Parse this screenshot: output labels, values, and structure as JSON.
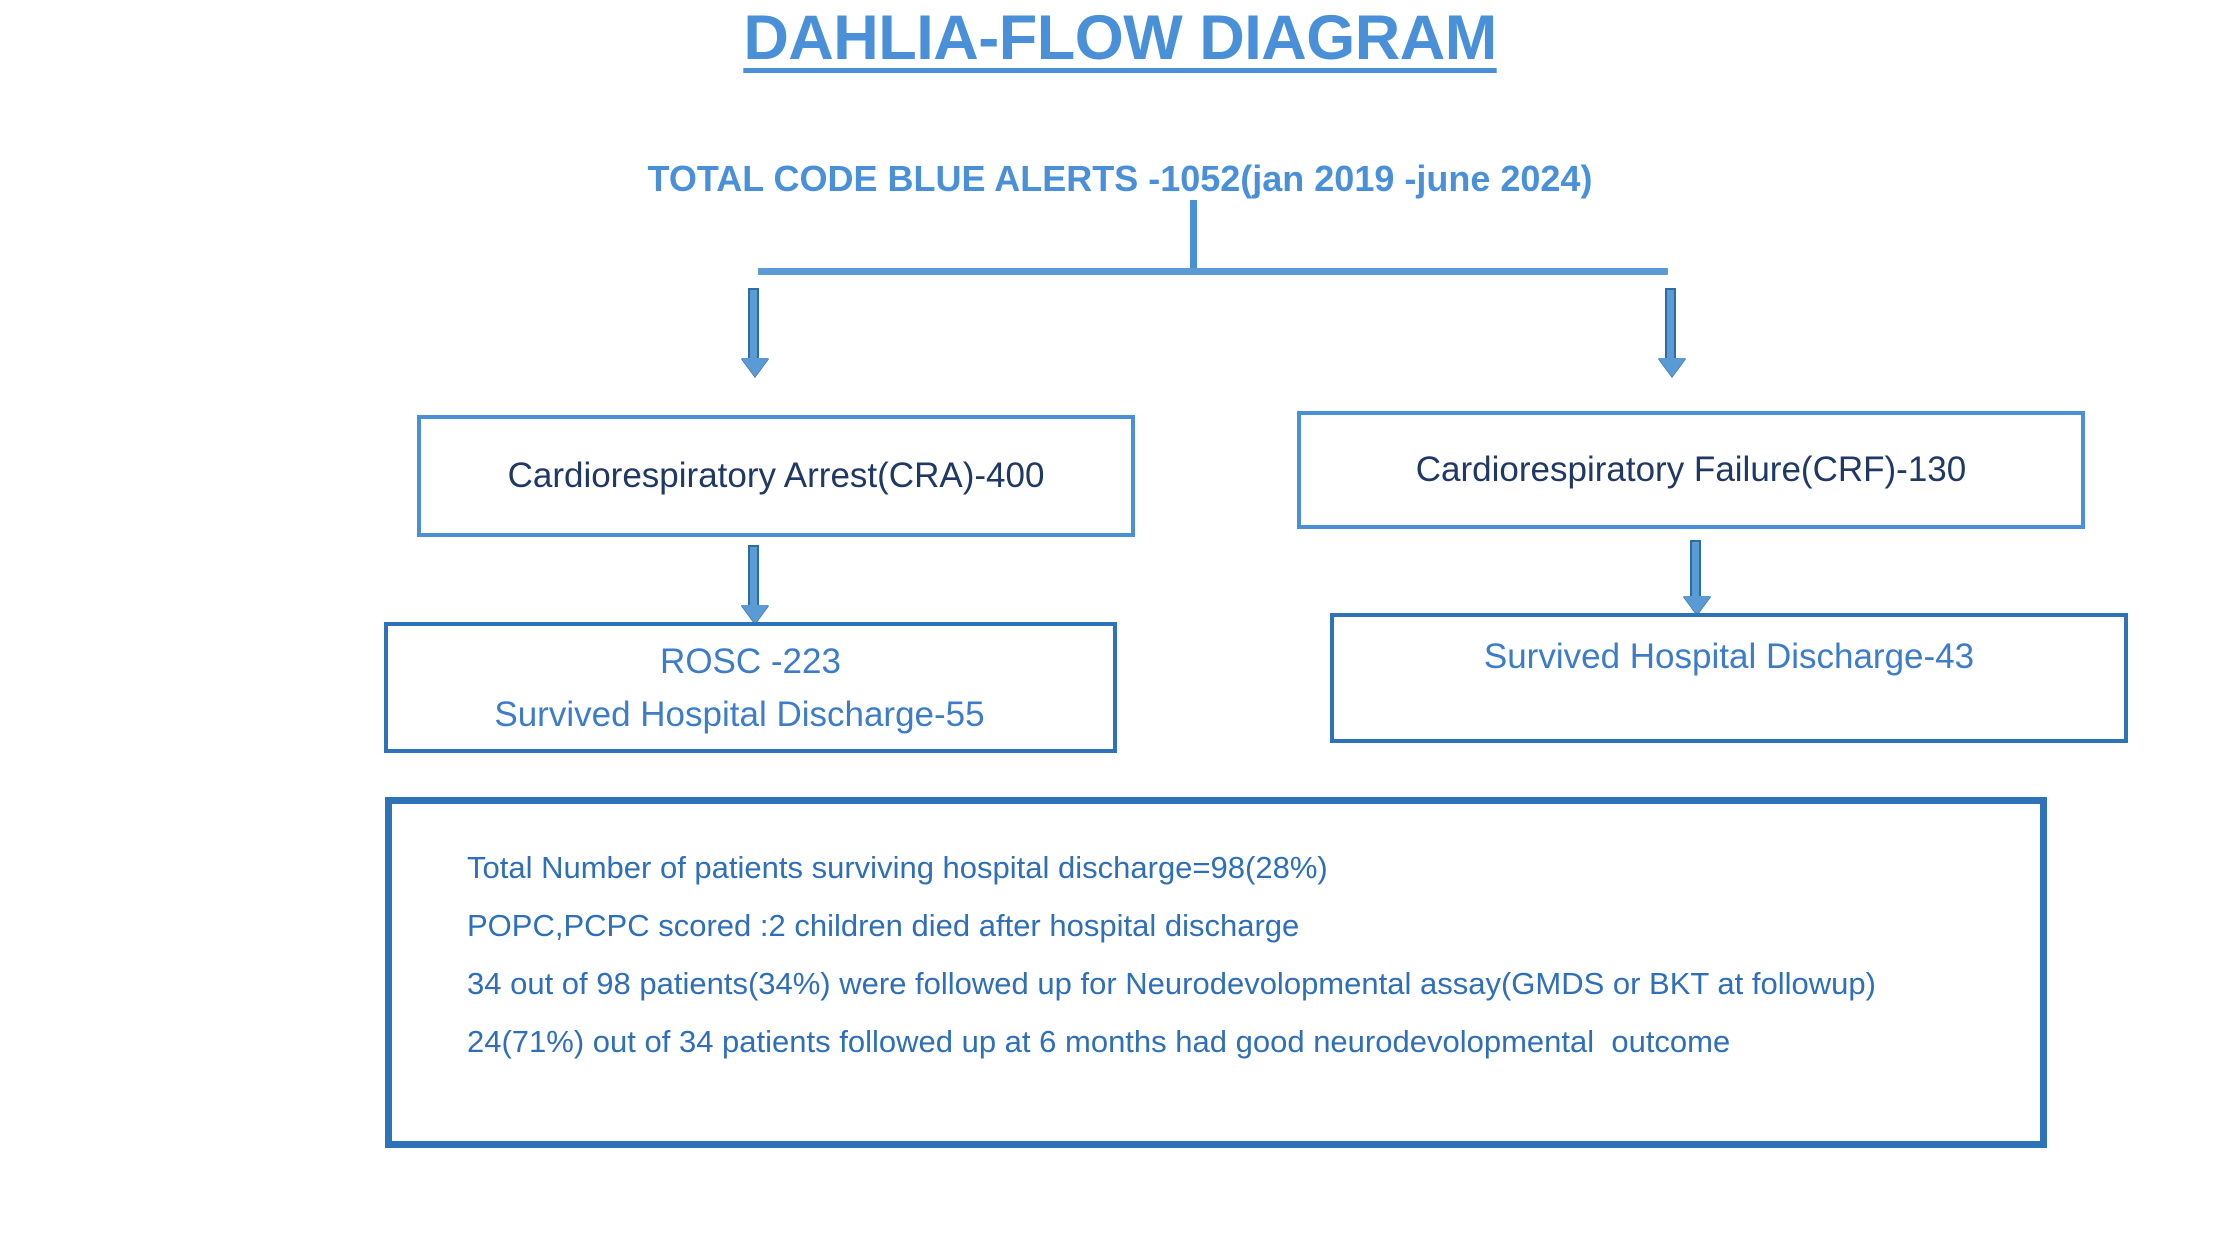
{
  "title": {
    "text": "DAHLIA-FLOW DIAGRAM",
    "color": "#4a90d9"
  },
  "subtitle": {
    "text": "TOTAL CODE BLUE ALERTS -1052(jan 2019 -june 2024)",
    "color": "#4a90d9"
  },
  "colors": {
    "accent_blue": "#4a90d9",
    "arrow_blue": "#5b9bd5",
    "arrow_outline": "#2e6da4",
    "box_border": "#2e72b8",
    "dark_text": "#1f3864",
    "body_text": "#2f6fba"
  },
  "nodes": {
    "cra": {
      "label": "Cardiorespiratory Arrest(CRA)-400"
    },
    "crf": {
      "label": "Cardiorespiratory Failure(CRF)-130"
    },
    "rosc": {
      "line1": "ROSC -223",
      "line2": "Survived Hospital Discharge-55"
    },
    "crf_discharge": {
      "label": "Survived Hospital Discharge-43"
    }
  },
  "summary": {
    "lines": [
      "Total Number of patients surviving hospital discharge=98(28%)",
      "POPC,PCPC scored :2 children died after hospital discharge",
      "34 out of 98 patients(34%) were followed up for Neurodevolopmental assay(GMDS or BKT at followup)",
      "24(71%) out of 34 patients followed up at 6 months had good neurodevolopmental  outcome"
    ]
  },
  "chart_data": {
    "type": "diagram",
    "title": "DAHLIA-FLOW DIAGRAM",
    "root": {
      "label": "TOTAL CODE BLUE ALERTS -1052(jan 2019 -june 2024)",
      "value": 1052,
      "period": "jan 2019 -june 2024"
    },
    "branches": [
      {
        "label": "Cardiorespiratory Arrest(CRA)-400",
        "value": 400,
        "child": {
          "label": "ROSC -223",
          "value": 223,
          "survived_hospital_discharge": 55
        }
      },
      {
        "label": "Cardiorespiratory Failure(CRF)-130",
        "value": 130,
        "child": {
          "label": "Survived Hospital Discharge-43",
          "value": 43
        }
      }
    ],
    "summary_metrics": {
      "total_surviving_hospital_discharge": 98,
      "total_surviving_percent": 28,
      "children_died_after_discharge": 2,
      "followed_up_count": 34,
      "followed_up_percent": 34,
      "good_neurodevelopmental_outcome_count": 24,
      "good_neurodevelopmental_outcome_percent": 71,
      "followup_months": 6
    }
  }
}
